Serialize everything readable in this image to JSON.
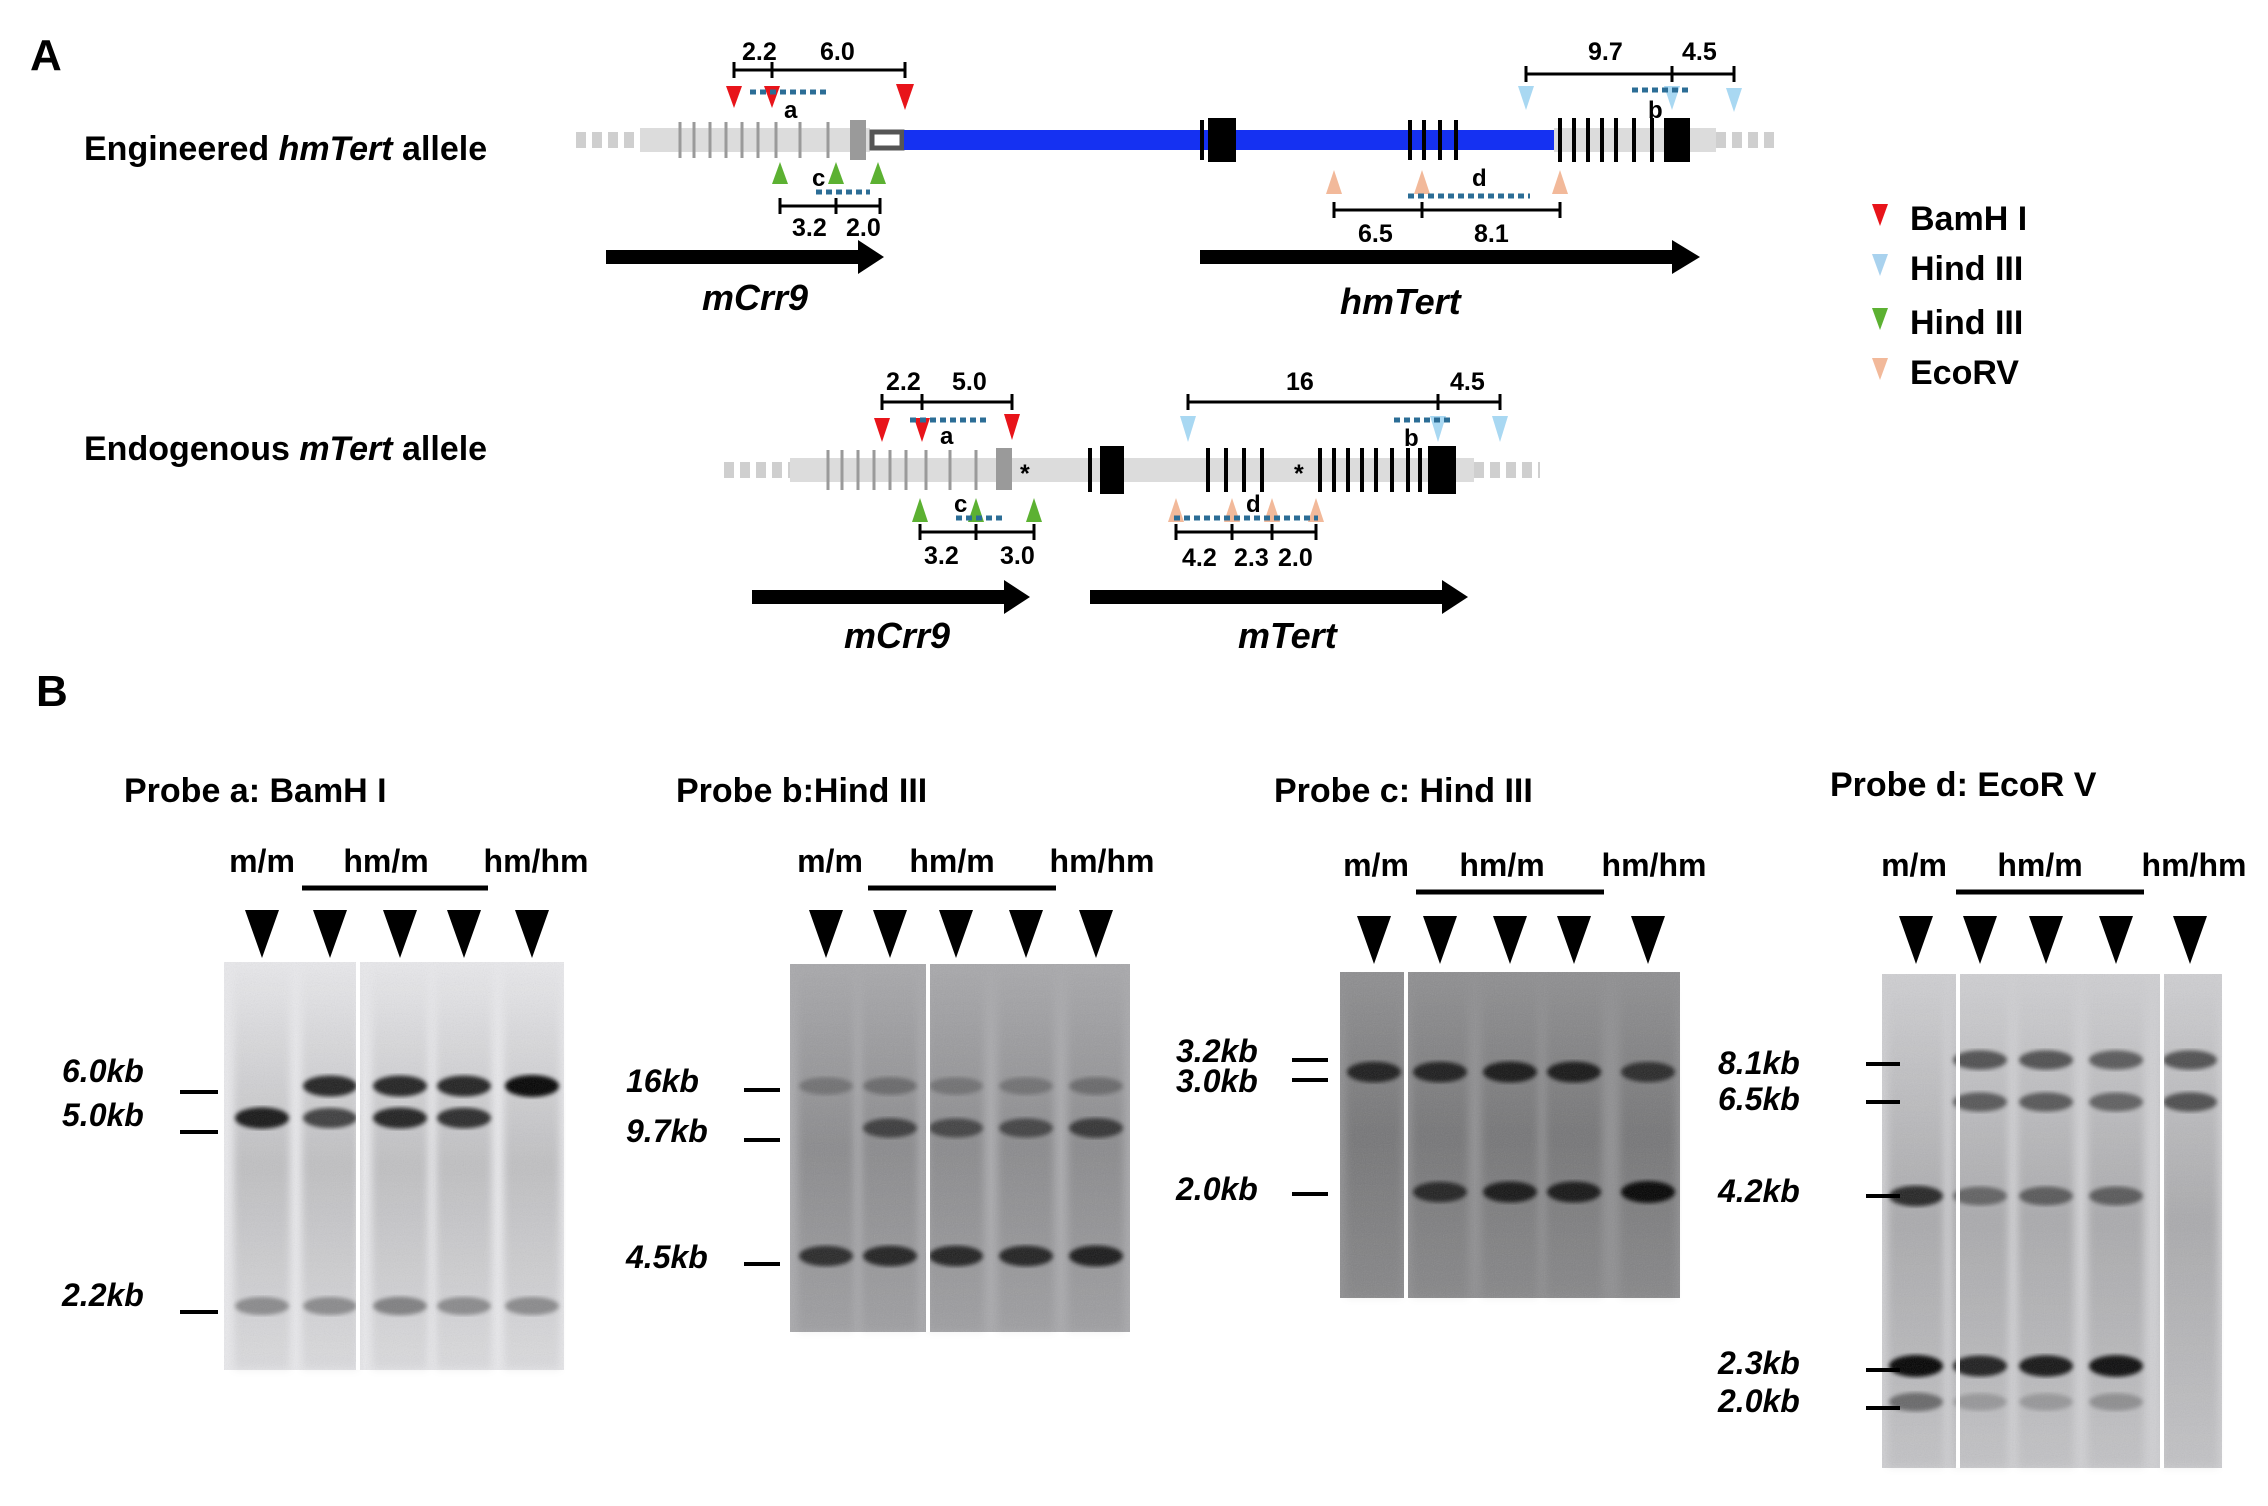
{
  "panels": {
    "a": "A",
    "b": "B"
  },
  "alleles": {
    "engineered": {
      "prefix": "Engineered ",
      "name": "hmTert",
      "suffix": " allele"
    },
    "endogenous": {
      "prefix": "Endogenous ",
      "name": "mTert",
      "suffix": " allele"
    }
  },
  "eng_numbers": {
    "bam1": "2.2",
    "bam2": "6.0",
    "hind1": "9.7",
    "hind2": "4.5",
    "hg1": "3.2",
    "hg2": "2.0",
    "eco1": "6.5",
    "eco2": "8.1"
  },
  "end_numbers": {
    "bam1": "2.2",
    "bam2": "5.0",
    "hind1": "16",
    "hind2": "4.5",
    "hg1": "3.2",
    "hg2": "3.0",
    "eco1": "4.2",
    "eco2": "2.3",
    "eco3": "2.0"
  },
  "probe_letters": {
    "a": "a",
    "b": "b",
    "c": "c",
    "d": "d"
  },
  "asterisk": "*",
  "genes": {
    "mcrr9": "mCrr9",
    "hmtert": "hmTert",
    "mtert": "mTert"
  },
  "legend": [
    {
      "label": "BamH I",
      "color": "#e8141a"
    },
    {
      "label": "Hind III",
      "color": "#a9d2ee"
    },
    {
      "label": "Hind III",
      "color": "#5cb132"
    },
    {
      "label": "EcoRV",
      "color": "#f2b99a"
    }
  ],
  "colors": {
    "hm_region": "#1531f2",
    "probe_dots": "#2b6d96",
    "genomic": "#d9d9d9"
  },
  "blots": [
    {
      "title": "Probe a: BamH I",
      "lanes": [
        "m/m",
        "hm/m",
        "hm/hm"
      ],
      "sizes": [
        "6.0kb",
        "5.0kb",
        "2.2kb"
      ]
    },
    {
      "title": "Probe b:Hind III",
      "lanes": [
        "m/m",
        "hm/m",
        "hm/hm"
      ],
      "sizes": [
        "16kb",
        "9.7kb",
        "4.5kb"
      ]
    },
    {
      "title": "Probe c: Hind III",
      "lanes": [
        "m/m",
        "hm/m",
        "hm/hm"
      ],
      "sizes": [
        "3.2kb",
        "3.0kb",
        "2.0kb"
      ]
    },
    {
      "title": "Probe d: EcoR V",
      "lanes": [
        "m/m",
        "hm/m",
        "hm/hm"
      ],
      "sizes": [
        "8.1kb",
        "6.5kb",
        "4.2kb",
        "2.3kb",
        "2.0kb"
      ]
    }
  ]
}
